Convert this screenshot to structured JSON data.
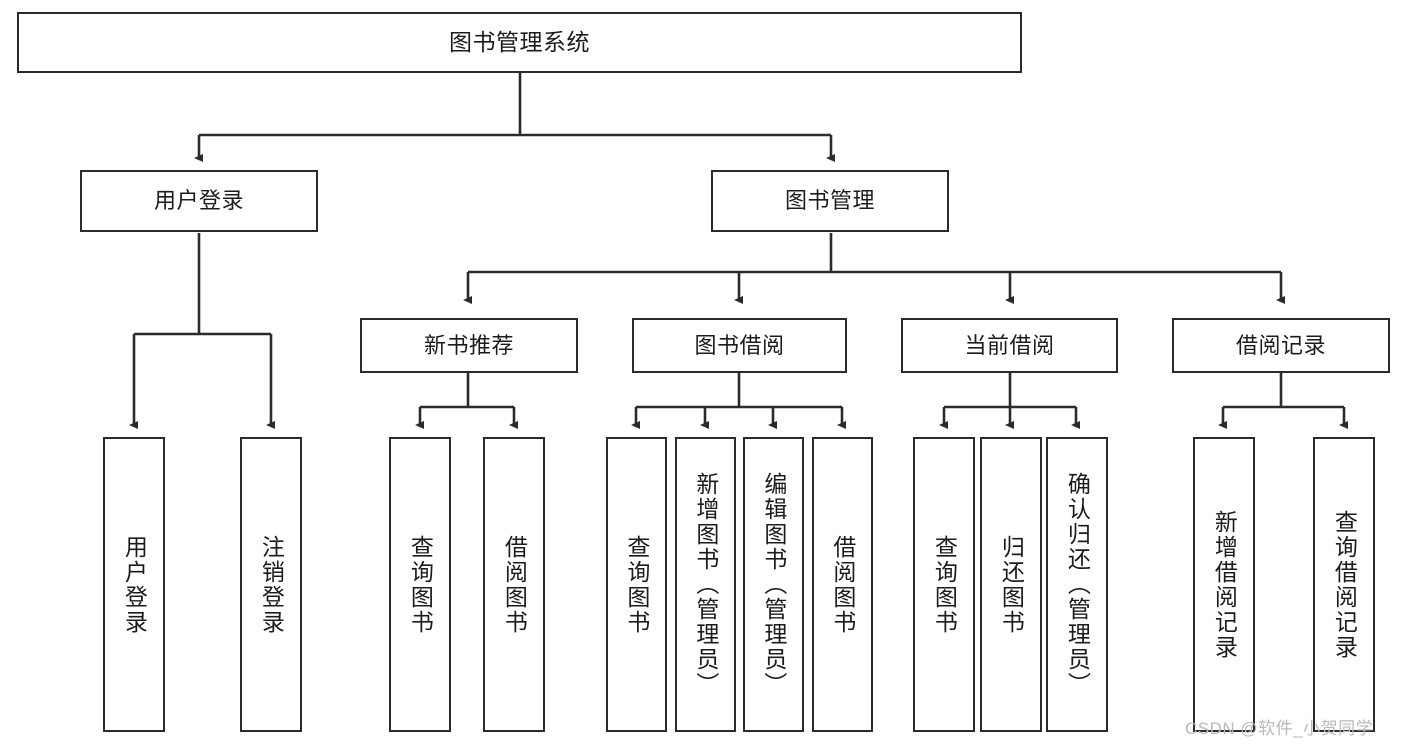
{
  "diagram": {
    "title": "图书管理系统",
    "type": "hierarchy-tree",
    "watermark": "CSDN @软件_小贺同学",
    "colors": {
      "stroke": "#2b2b2b",
      "background": "#ffffff",
      "text": "#1c1c1c",
      "watermark": "#b9b9b9"
    },
    "nodes": {
      "root": {
        "label": "图书管理系统"
      },
      "level1": [
        {
          "label": "用户登录"
        },
        {
          "label": "图书管理"
        }
      ],
      "level2": [
        {
          "label": "新书推荐"
        },
        {
          "label": "图书借阅"
        },
        {
          "label": "当前借阅"
        },
        {
          "label": "借阅记录"
        }
      ],
      "leaves": {
        "user_login": [
          {
            "label": "用户登录"
          },
          {
            "label": "注销登录"
          }
        ],
        "new_book_recommend": [
          {
            "label": "查询图书"
          },
          {
            "label": "借阅图书"
          }
        ],
        "book_borrow": [
          {
            "label": "查询图书"
          },
          {
            "label": "新增图书（管理员）"
          },
          {
            "label": "编辑图书（管理员）"
          },
          {
            "label": "借阅图书"
          }
        ],
        "current_borrow": [
          {
            "label": "查询图书"
          },
          {
            "label": "归还图书"
          },
          {
            "label": "确认归还（管理员）"
          }
        ],
        "borrow_record": [
          {
            "label": "新增借阅记录"
          },
          {
            "label": "查询借阅记录"
          }
        ]
      }
    }
  }
}
